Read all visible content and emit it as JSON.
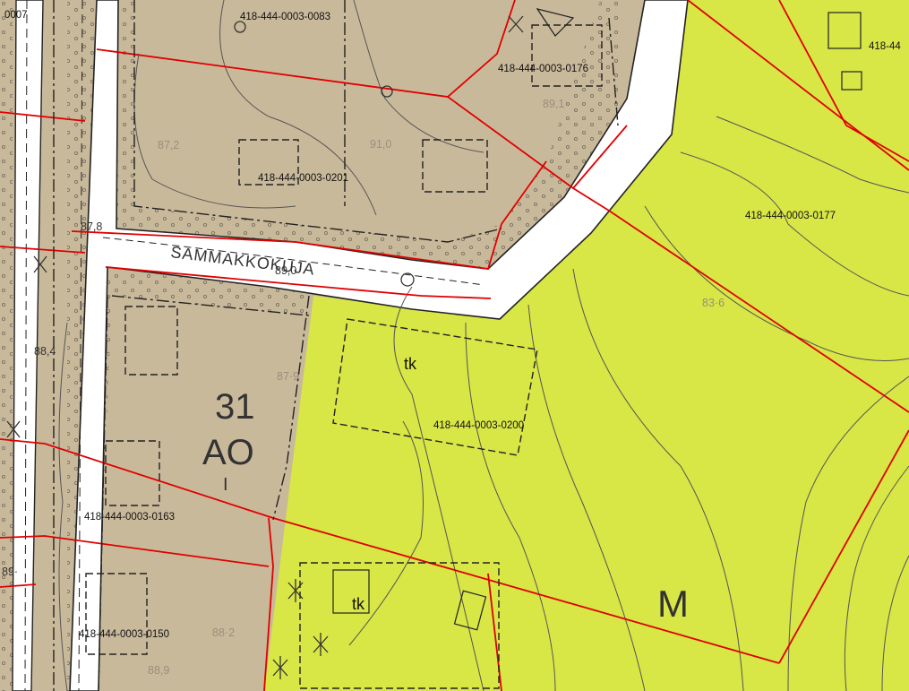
{
  "map": {
    "colors": {
      "residential": "#c9b99b",
      "green": "#d8e646",
      "street": "#ffffff",
      "property_line": "#e00000",
      "contour": "#555555",
      "building": "#222222"
    },
    "street_name": "SAMMAKKOKUJA",
    "zone_block": "31",
    "zone_code": "AO",
    "zone_floors": "I",
    "zone_green": "M",
    "markers": [
      "tk",
      "tk"
    ],
    "parcels": [
      "0007",
      "418-444-0003-0083",
      "418-444-0003-0176",
      "418-44",
      "418-444-0003-0201",
      "418-444-0003-0177",
      "418-444-0003-0200",
      "418-444-0003-0163",
      "418-444-0003-0150"
    ],
    "elevations": [
      "87,2",
      "91,0",
      "89,1",
      "87,8",
      "89,0",
      "83·6",
      "87·9",
      "88,4",
      "88·2",
      "88,9",
      "89·"
    ]
  }
}
